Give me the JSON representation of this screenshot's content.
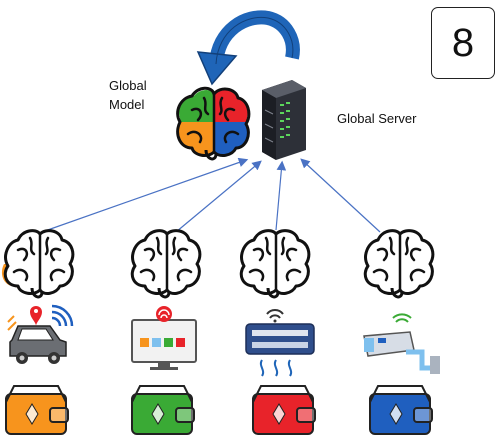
{
  "step_number": "8",
  "global_model_label": [
    "Global",
    "Model"
  ],
  "global_server_label": "Global Server",
  "colors": {
    "orange": "#f7941d",
    "green": "#3aaa35",
    "red": "#e8232a",
    "blue": "#1f5fbf",
    "arrow": "#4a72c4",
    "cycle_arrow": "#1f65b8"
  },
  "clients": [
    {
      "brain_color": "orange",
      "device": "car-icon",
      "wallet": "orange-wallet-icon"
    },
    {
      "brain_color": "green",
      "device": "smart-tv-icon",
      "wallet": "green-wallet-icon"
    },
    {
      "brain_color": "red",
      "device": "air-conditioner-icon",
      "wallet": "red-wallet-icon"
    },
    {
      "brain_color": "blue",
      "device": "security-camera-icon",
      "wallet": "blue-wallet-icon"
    }
  ]
}
